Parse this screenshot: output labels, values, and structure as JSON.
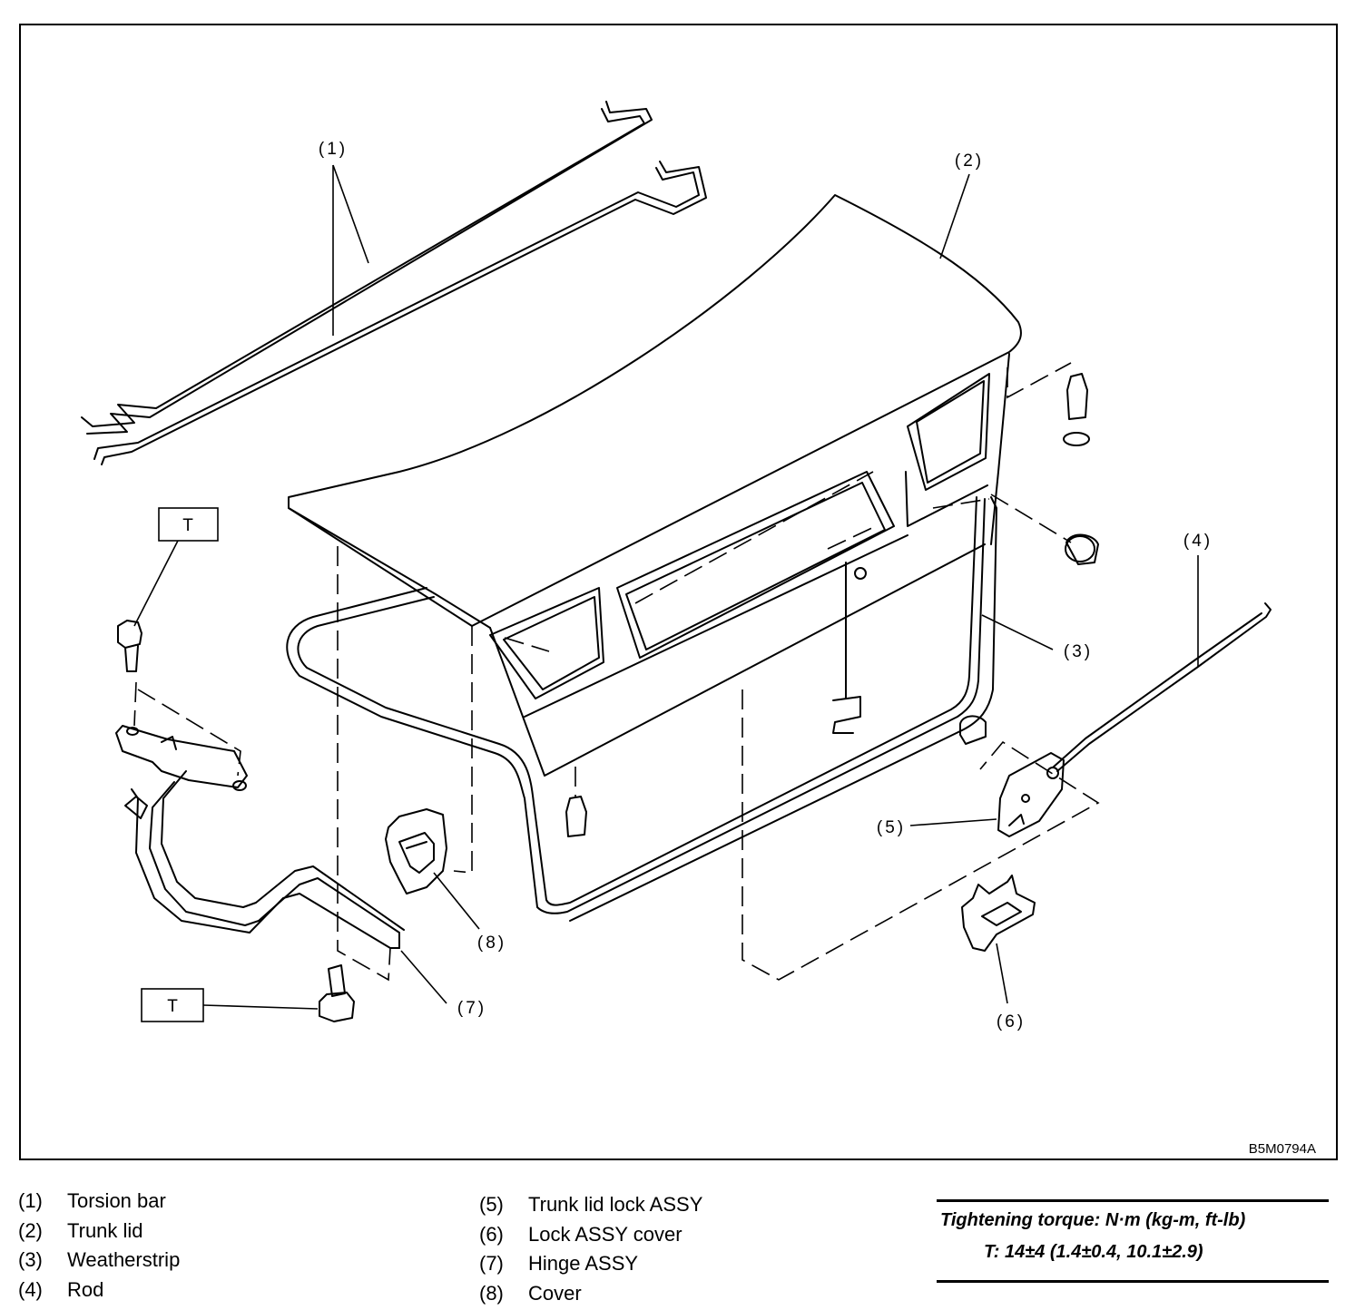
{
  "diagram": {
    "code": "B5M0794A",
    "callouts": [
      "(1)",
      "(2)",
      "(3)",
      "(4)",
      "(5)",
      "(6)",
      "(7)",
      "(8)"
    ],
    "torque_tag": "T"
  },
  "legend": {
    "left": [
      {
        "num": "(1)",
        "text": "Torsion bar"
      },
      {
        "num": "(2)",
        "text": "Trunk lid"
      },
      {
        "num": "(3)",
        "text": "Weatherstrip"
      },
      {
        "num": "(4)",
        "text": "Rod"
      }
    ],
    "right": [
      {
        "num": "(5)",
        "text": "Trunk lid lock ASSY"
      },
      {
        "num": "(6)",
        "text": "Lock ASSY cover"
      },
      {
        "num": "(7)",
        "text": "Hinge ASSY"
      },
      {
        "num": "(8)",
        "text": "Cover"
      }
    ]
  },
  "torque": {
    "heading": "Tightening torque: N·m (kg-m, ft-lb)",
    "value": "T: 14±4 (1.4±0.4, 10.1±2.9)"
  }
}
